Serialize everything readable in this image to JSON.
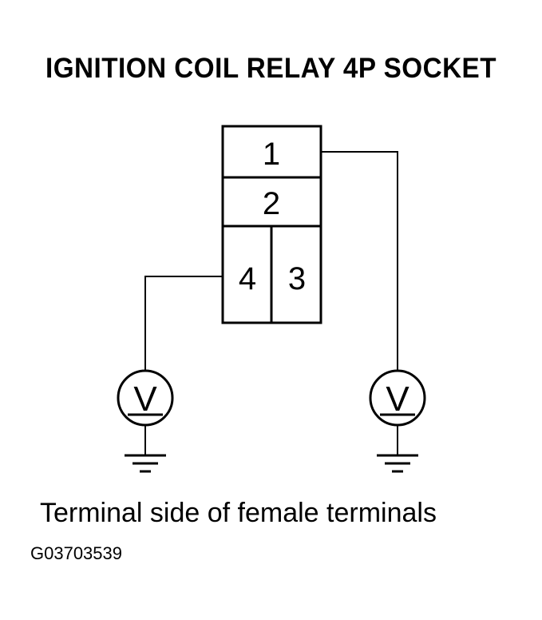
{
  "diagram": {
    "title": "IGNITION COIL RELAY 4P SOCKET",
    "terminals": {
      "t1": "1",
      "t2": "2",
      "t3": "3",
      "t4": "4"
    },
    "meters": {
      "left_symbol": "V",
      "right_symbol": "V"
    },
    "caption": "Terminal side of female terminals",
    "figure_code": "G03703539",
    "colors": {
      "line": "#000000",
      "background": "#ffffff"
    }
  }
}
